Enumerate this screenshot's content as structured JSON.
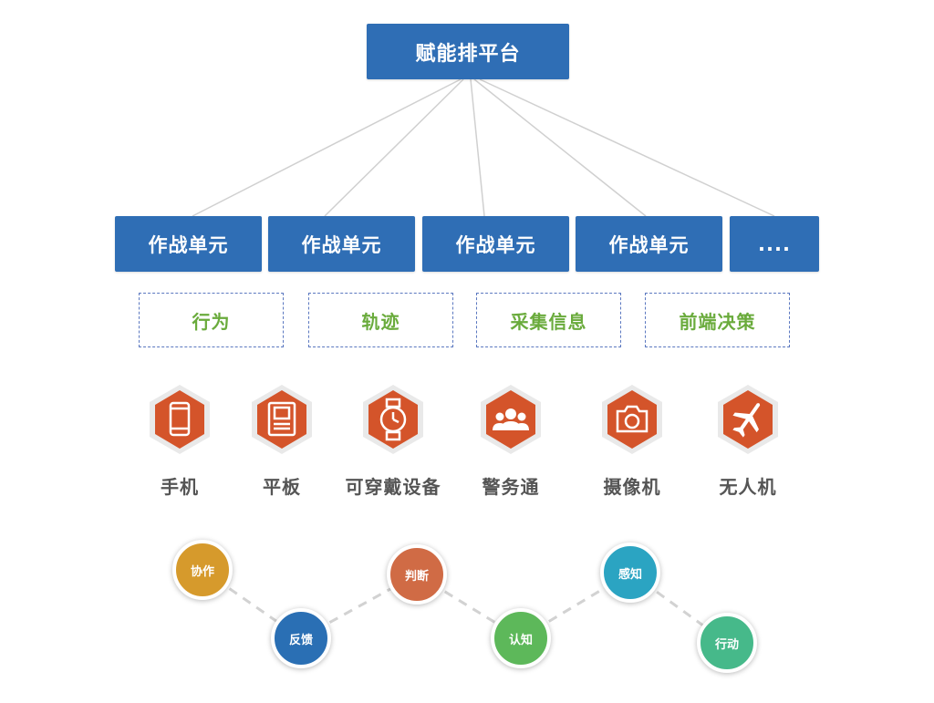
{
  "root": {
    "label": "赋能排平台"
  },
  "units": [
    "作战单元",
    "作战单元",
    "作战单元",
    "作战单元",
    "...."
  ],
  "capabilities": [
    "行为",
    "轨迹",
    "采集信息",
    "前端决策"
  ],
  "devices": [
    {
      "label": "手机",
      "icon": "phone-icon"
    },
    {
      "label": "平板",
      "icon": "tablet-icon"
    },
    {
      "label": "可穿戴设备",
      "icon": "watch-icon"
    },
    {
      "label": "警务通",
      "icon": "team-icon"
    },
    {
      "label": "摄像机",
      "icon": "camera-icon"
    },
    {
      "label": "无人机",
      "icon": "plane-icon"
    }
  ],
  "cycle": [
    {
      "label": "协作",
      "color": "#d69a2c"
    },
    {
      "label": "反馈",
      "color": "#2a6fb4"
    },
    {
      "label": "判断",
      "color": "#d06b45"
    },
    {
      "label": "认知",
      "color": "#5db85a"
    },
    {
      "label": "感知",
      "color": "#2ba4c2"
    },
    {
      "label": "行动",
      "color": "#46b98a"
    }
  ],
  "colors": {
    "box_blue": "#2f6eb5",
    "capability_green": "#6aab3c",
    "hexagon_orange": "#d4542a",
    "connector_gray": "#cfcfcf"
  }
}
